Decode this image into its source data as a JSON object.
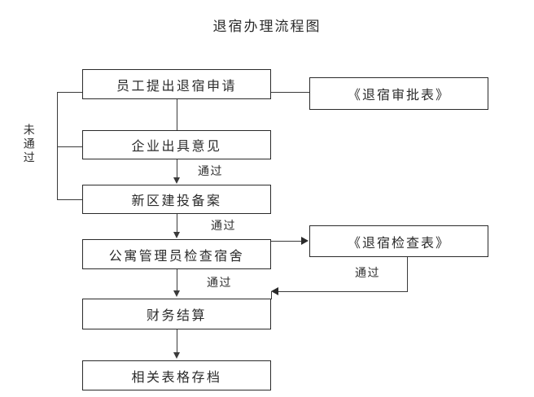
{
  "title": "退宿办理流程图",
  "flow": {
    "type": "flowchart",
    "orientation": "top-to-bottom",
    "nodes": [
      {
        "id": "n1",
        "label": "员工提出退宿申请",
        "kind": "process",
        "column": "main"
      },
      {
        "id": "n2",
        "label": "企业出具意见",
        "kind": "process",
        "column": "main"
      },
      {
        "id": "n3",
        "label": "新区建投备案",
        "kind": "process",
        "column": "main"
      },
      {
        "id": "n4",
        "label": "公寓管理员检查宿舍",
        "kind": "process",
        "column": "main"
      },
      {
        "id": "n5",
        "label": "财务结算",
        "kind": "process",
        "column": "main"
      },
      {
        "id": "n6",
        "label": "相关表格存档",
        "kind": "process",
        "column": "main"
      },
      {
        "id": "d1",
        "label": "《退宿审批表》",
        "kind": "document",
        "column": "right"
      },
      {
        "id": "d2",
        "label": "《退宿检查表》",
        "kind": "document",
        "column": "right"
      }
    ],
    "edges": [
      {
        "from": "n1",
        "to": "d1",
        "label": "",
        "arrow": false
      },
      {
        "from": "n2",
        "to": "n3",
        "label": "通过",
        "arrow": true
      },
      {
        "from": "n3",
        "to": "n4",
        "label": "通过",
        "arrow": true
      },
      {
        "from": "n4",
        "to": "n5",
        "label": "通过",
        "arrow": true
      },
      {
        "from": "n4",
        "to": "d2",
        "label": "",
        "arrow": true
      },
      {
        "from": "d2",
        "to": "n5",
        "label": "通过",
        "arrow": true
      },
      {
        "from": "n5",
        "to": "n6",
        "label": "",
        "arrow": true
      },
      {
        "from": "feedback-rail",
        "to": "n1",
        "label": "未通过",
        "arrow": false
      }
    ],
    "labels": {
      "rejected": "未通过",
      "approved_1": "通过",
      "approved_2": "通过",
      "approved_3": "通过",
      "approved_4": "通过"
    }
  },
  "colors": {
    "background": "#ffffff",
    "line": "#3a3a3a",
    "box_border": "#2a2a2a",
    "text": "#2b2b2b"
  }
}
